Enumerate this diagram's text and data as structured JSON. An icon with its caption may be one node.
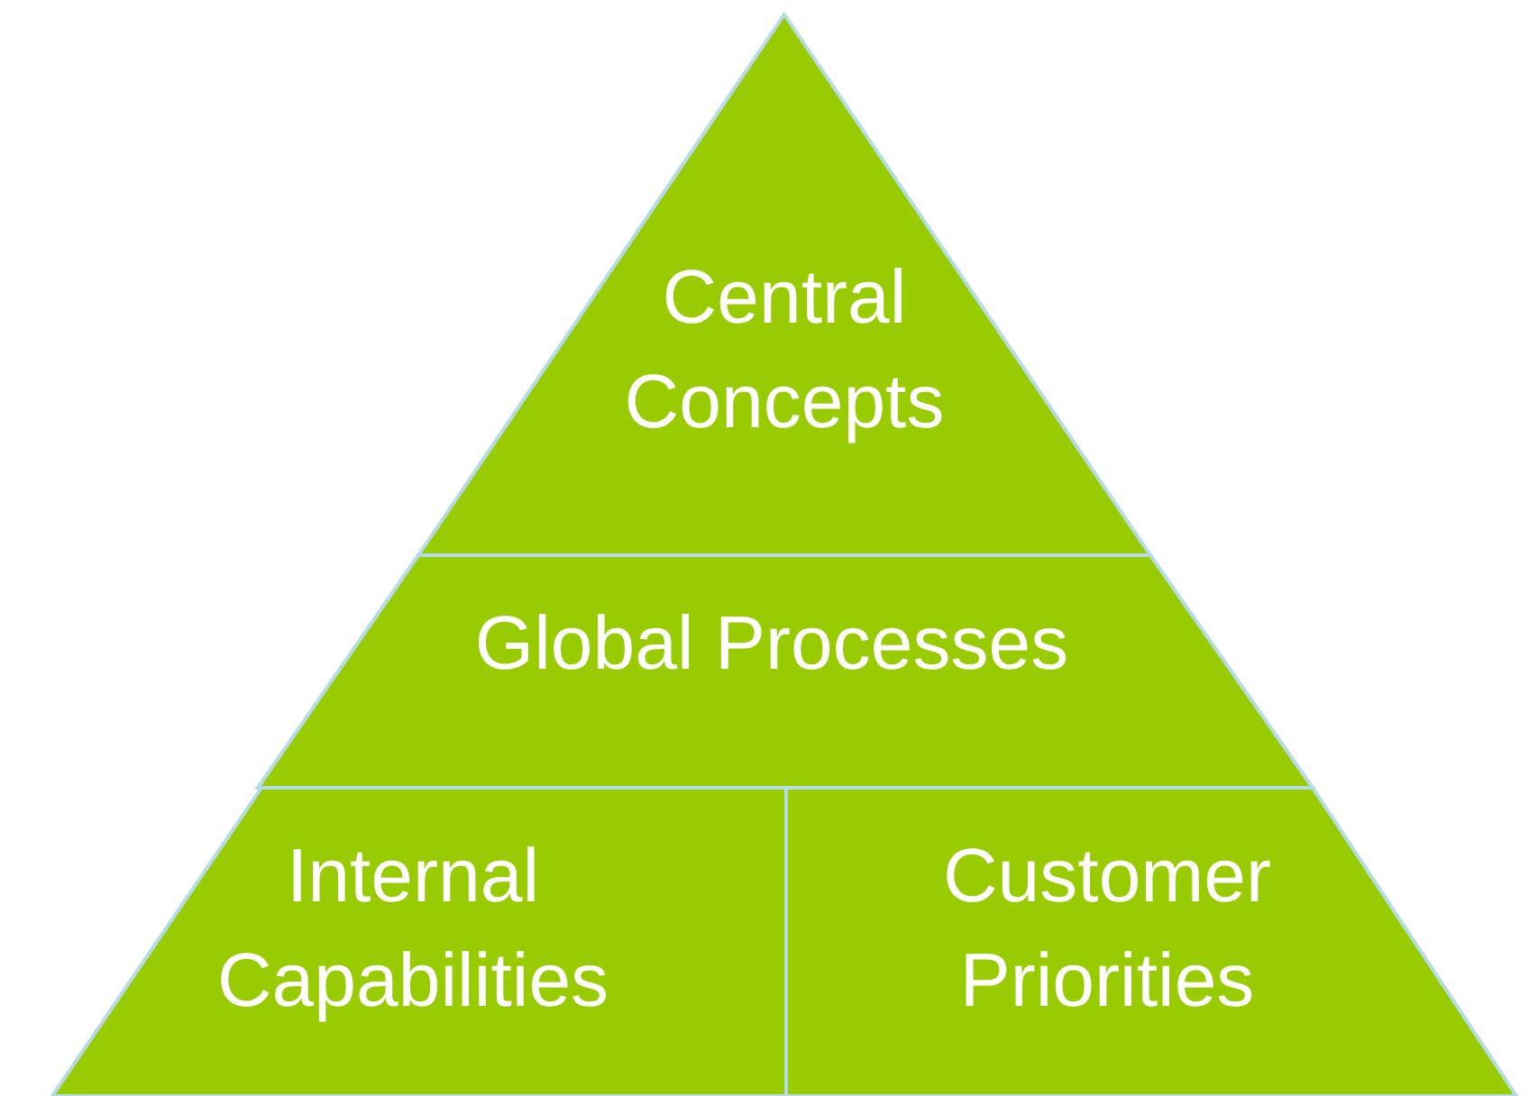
{
  "diagram": {
    "nodes": [
      {
        "text": [
          "Central Concepts"
        ]
      },
      {
        "text": [
          "Global Processes"
        ]
      },
      {
        "text": [
          "Internal Capabilities"
        ]
      },
      {
        "text": [
          "Customer Priorities"
        ]
      }
    ]
  }
}
